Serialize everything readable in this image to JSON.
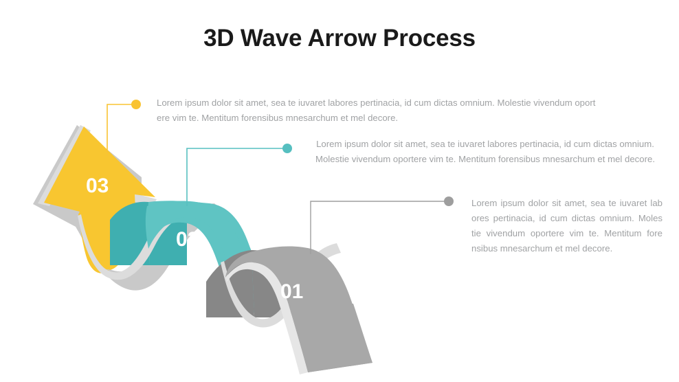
{
  "slide": {
    "title": "3D Wave Arrow Process",
    "background_color": "#FFFFFF"
  },
  "palette": {
    "yellow": "#F8C630",
    "yellow_side": "#E0B02A",
    "teal": "#5FC4C3",
    "teal_side": "#3FAFB0",
    "gray": "#A8A8A8",
    "gray_side": "#878787",
    "edge_light": "#DCDCDC",
    "shadow": "#C9C9C9",
    "text_gray": "#A0A2A4",
    "title_black": "#1A1A1A"
  },
  "segments": [
    {
      "id": "01",
      "label": "01",
      "color": "#A8A8A8",
      "connector_color": "#9E9E9E",
      "dot_color": "#9E9E9E",
      "body": "Lorem ipsum dolor sit amet, sea te iuvaret lab ores pertinacia, id cum dictas omnium. Moles tie vivendum oportere vim te. Mentitum fore nsibus mnesarchum et mel decore."
    },
    {
      "id": "02",
      "label": "02",
      "color": "#5FC4C3",
      "connector_color": "#56BFC0",
      "dot_color": "#56BFC0",
      "body": "Lorem ipsum dolor sit amet, sea te iuvaret labores pertinacia, id cum dictas omnium. Molestie vivendum oportere vim te. Mentitum forensibus mnesarchum et mel decore."
    },
    {
      "id": "03",
      "label": "03",
      "color": "#F8C630",
      "connector_color": "#F9C332",
      "dot_color": "#F9C332",
      "body": "Lorem ipsum dolor sit amet, sea te iuvaret labores pertinacia, id cum dictas omnium. Molestie vivendum oport ere vim te. Mentitum forensibus mnesarchum et mel decore."
    }
  ]
}
